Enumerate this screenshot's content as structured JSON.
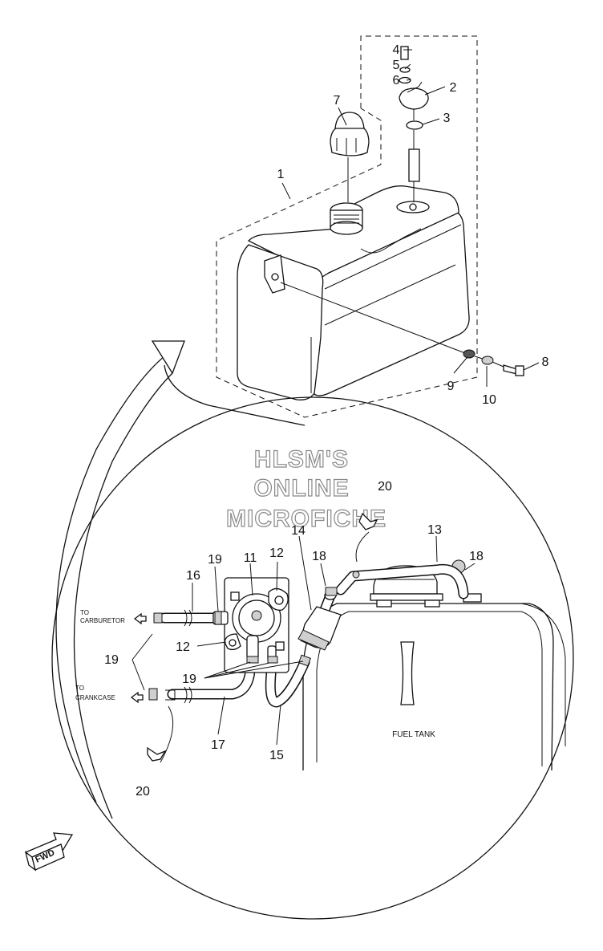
{
  "diagram": {
    "watermark": [
      "HLSM'S",
      "ONLINE",
      "MICROFICHE"
    ],
    "labels": {
      "to_carburetor": [
        "TO",
        "CARBURETOR"
      ],
      "to_crankcase": [
        "TO",
        "CRANKCASE"
      ],
      "fuel_tank": "FUEL TANK",
      "fwd": "FWD"
    },
    "callouts": {
      "c1": "1",
      "c2": "2",
      "c3": "3",
      "c4": "4",
      "c5": "5",
      "c6": "6",
      "c7": "7",
      "c8": "8",
      "c9": "9",
      "c10": "10",
      "c11": "11",
      "c12a": "12",
      "c12b": "12",
      "c13": "13",
      "c14": "14",
      "c15": "15",
      "c16": "16",
      "c17": "17",
      "c18a": "18",
      "c18b": "18",
      "c19a": "19",
      "c19b": "19",
      "c19c": "19",
      "c20a": "20",
      "c20b": "20"
    }
  }
}
